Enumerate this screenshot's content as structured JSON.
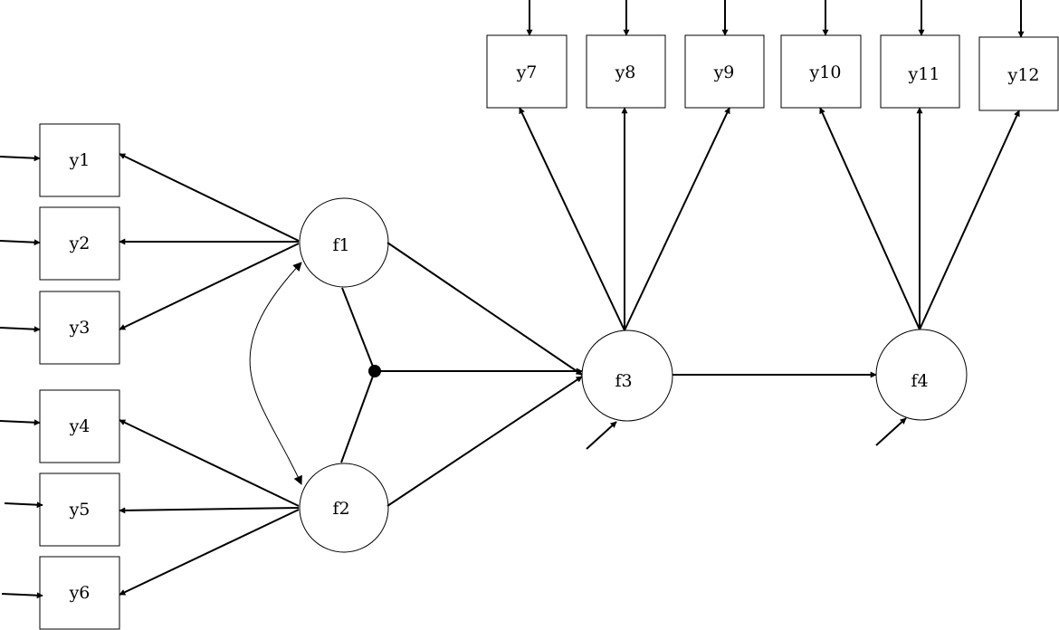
{
  "observed": [
    "y1",
    "y2",
    "y3",
    "y4",
    "y5",
    "y6",
    "y7",
    "y8",
    "y9",
    "y10",
    "y11",
    "y12"
  ],
  "latent": [
    "f1",
    "f2",
    "f3",
    "f4"
  ],
  "colors": {
    "stroke": "#000000",
    "background": "#ffffff"
  }
}
